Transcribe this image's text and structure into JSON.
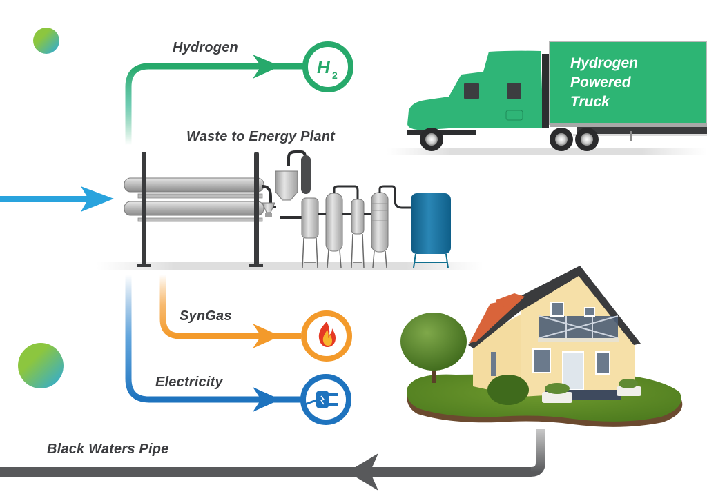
{
  "diagram": {
    "title": "Waste to Energy Plant",
    "flows": {
      "hydrogen": {
        "label": "Hydrogen",
        "icon": "h2-icon",
        "icon_text": "H",
        "icon_sub": "2",
        "color": "#27a96b"
      },
      "syngas": {
        "label": "SynGas",
        "icon": "flame-icon",
        "color": "#f39a2b"
      },
      "electricity": {
        "label": "Electricity",
        "icon": "plug-icon",
        "color": "#1e73be"
      },
      "black_waters": {
        "label": "Black Waters Pipe",
        "color": "#58595b"
      },
      "input": {
        "color": "#29a3dd"
      }
    },
    "truck": {
      "lines": [
        "Hydrogen",
        "Powered",
        "Truck"
      ],
      "color": "#2db574"
    },
    "house": {
      "name": "house-illustration"
    },
    "decor": {
      "dot_colors": [
        "#8cc63f",
        "#29a3dd"
      ]
    }
  }
}
